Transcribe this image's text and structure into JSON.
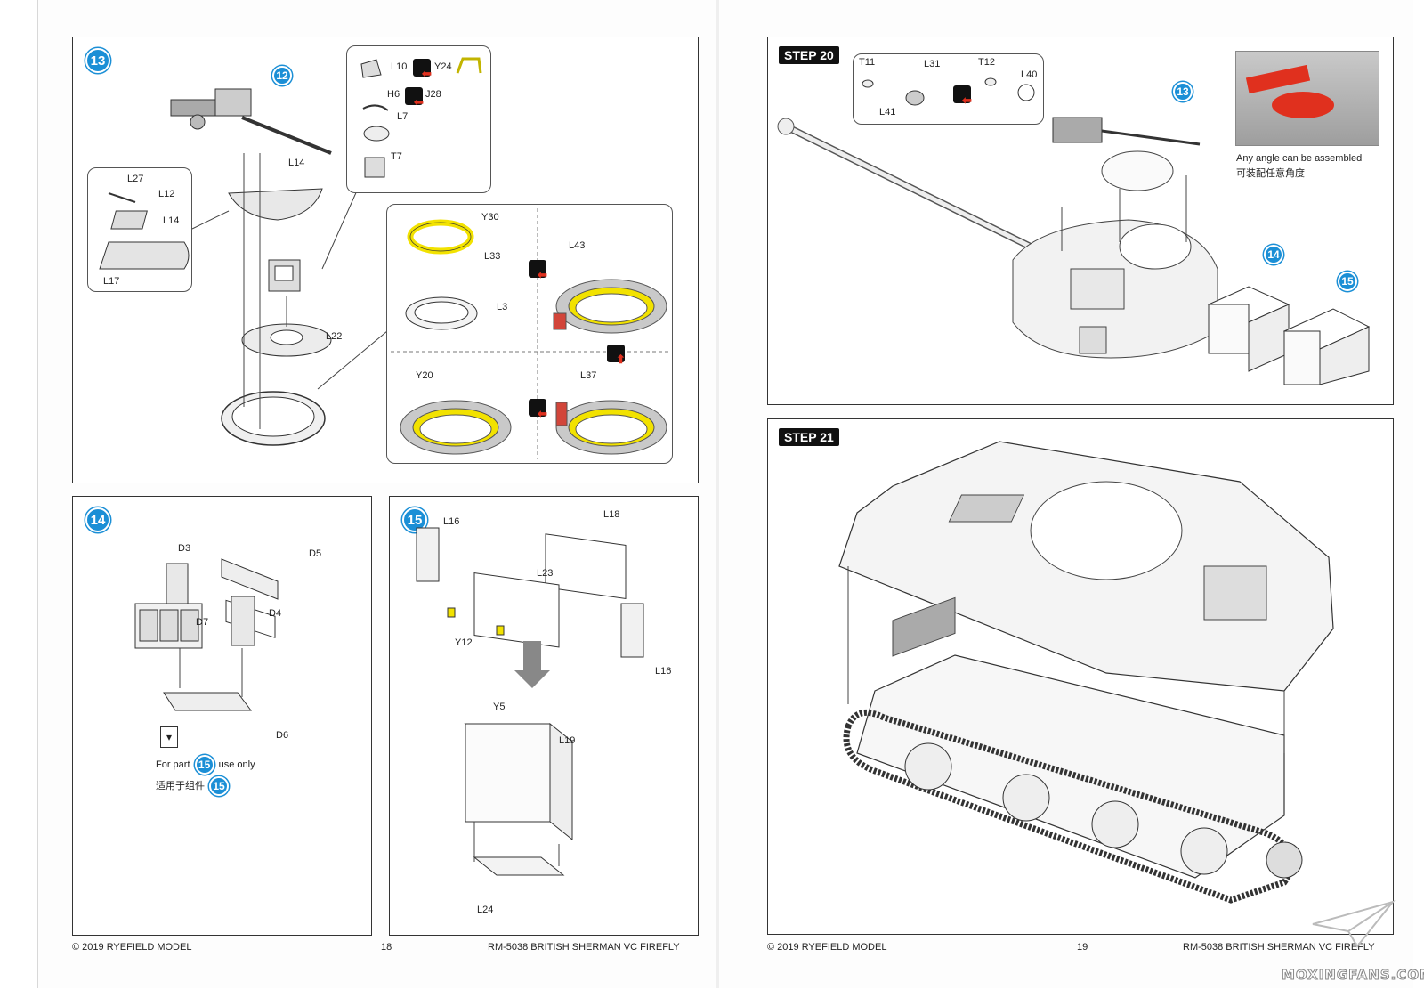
{
  "colors": {
    "badge_blue": "#1b8fd6",
    "highlight_yellow": "#f2e200",
    "highlight_red": "#e0301e",
    "part_grey": "#bdbdbd"
  },
  "left_page": {
    "panel_13": {
      "badge": "13",
      "ref_badge": "12",
      "labels": {
        "L27": "L27",
        "L12": "L12",
        "L14a": "L14",
        "L14b": "L14",
        "L17": "L17",
        "L22": "L22"
      },
      "callout_top": {
        "L10": "L10",
        "Y24": "Y24",
        "H6": "H6",
        "J28": "J28",
        "L7": "L7",
        "T7": "T7"
      },
      "callout_bottom": {
        "Y30": "Y30",
        "L33": "L33",
        "L3": "L3",
        "L43": "L43",
        "Y20": "Y20",
        "L37": "L37"
      }
    },
    "panel_14": {
      "badge": "14",
      "labels": {
        "D3": "D3",
        "D5": "D5",
        "D7": "D7",
        "D4": "D4",
        "D6": "D6"
      },
      "note_en_prefix": "For part",
      "note_en_suffix": "use only",
      "note_cn": "适用于组件",
      "note_part_badge": "15"
    },
    "panel_15": {
      "badge": "15",
      "labels": {
        "L16a": "L16",
        "L18": "L18",
        "L23": "L23",
        "Y12": "Y12",
        "L16b": "L16",
        "Y5": "Y5",
        "L19": "L19",
        "L24": "L24"
      }
    },
    "footer": {
      "copyright": "© 2019 RYEFIELD MODEL",
      "page": "18",
      "title": "RM-5038 BRITISH SHERMAN VC FIREFLY"
    }
  },
  "right_page": {
    "step20": {
      "label": "STEP 20",
      "callout": {
        "T11": "T11",
        "L31": "L31",
        "T12": "T12",
        "L40": "L40",
        "L41": "L41"
      },
      "badges": [
        "13",
        "14",
        "15"
      ],
      "note_en": "Any angle can be assembled",
      "note_cn": "可装配任意角度"
    },
    "step21": {
      "label": "STEP 21"
    },
    "footer": {
      "copyright": "© 2019 RYEFIELD MODEL",
      "page": "19",
      "title": "RM-5038 BRITISH SHERMAN VC FIREFLY"
    }
  },
  "watermark": "MOXINGFANS.COM"
}
